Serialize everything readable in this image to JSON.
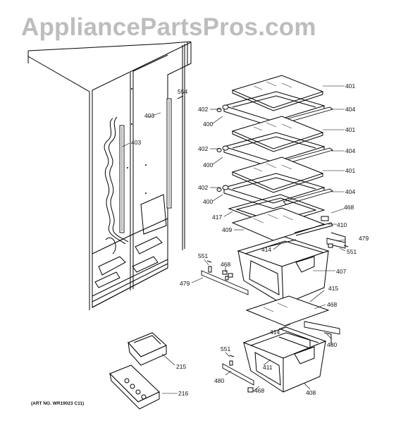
{
  "watermark": "AppliancePartsPros.com",
  "art_number": "(ART NO. WR19023 C11)",
  "callouts": [
    {
      "id": "c554",
      "text": "554"
    },
    {
      "id": "c403a",
      "text": "403"
    },
    {
      "id": "c403b",
      "text": "403"
    },
    {
      "id": "c401a",
      "text": "401"
    },
    {
      "id": "c402a",
      "text": "402"
    },
    {
      "id": "c404a",
      "text": "404"
    },
    {
      "id": "c400a",
      "text": "400"
    },
    {
      "id": "c401b",
      "text": "401"
    },
    {
      "id": "c402b",
      "text": "402"
    },
    {
      "id": "c404b",
      "text": "404"
    },
    {
      "id": "c400b",
      "text": "400"
    },
    {
      "id": "c401c",
      "text": "401"
    },
    {
      "id": "c402c",
      "text": "402"
    },
    {
      "id": "c404c",
      "text": "404"
    },
    {
      "id": "c400c",
      "text": "400"
    },
    {
      "id": "c468a",
      "text": "468"
    },
    {
      "id": "c417",
      "text": "417"
    },
    {
      "id": "c410",
      "text": "410"
    },
    {
      "id": "c409",
      "text": "409"
    },
    {
      "id": "c479a",
      "text": "479"
    },
    {
      "id": "c414a",
      "text": "414"
    },
    {
      "id": "c551a",
      "text": "551"
    },
    {
      "id": "c551b",
      "text": "551"
    },
    {
      "id": "c468b",
      "text": "468"
    },
    {
      "id": "c407",
      "text": "407"
    },
    {
      "id": "c479b",
      "text": "479"
    },
    {
      "id": "c415",
      "text": "415"
    },
    {
      "id": "c468c",
      "text": "468"
    },
    {
      "id": "c414b",
      "text": "414"
    },
    {
      "id": "c480a",
      "text": "480"
    },
    {
      "id": "c551c",
      "text": "551"
    },
    {
      "id": "c411",
      "text": "411"
    },
    {
      "id": "c215",
      "text": "215"
    },
    {
      "id": "c480b",
      "text": "480"
    },
    {
      "id": "c468d",
      "text": "468"
    },
    {
      "id": "c408",
      "text": "408"
    },
    {
      "id": "c216",
      "text": "216"
    }
  ]
}
